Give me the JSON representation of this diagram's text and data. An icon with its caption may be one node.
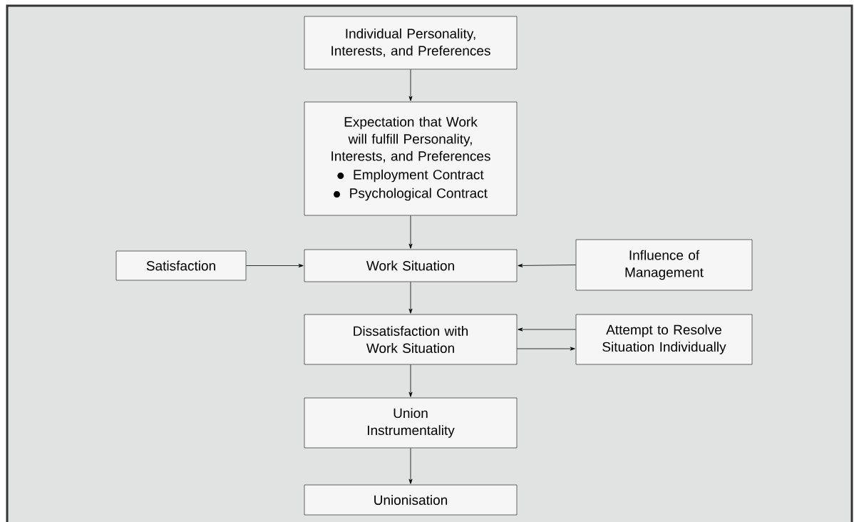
{
  "diagram": {
    "nodes": [
      {
        "text": [
          "Individual Personality, Interests, and Preferences"
        ]
      },
      {
        "text": [
          "Expectation that Work will fulfill Personality, Interests, and Preferences",
          "Employment Contract",
          "Psychological Contract"
        ]
      },
      {
        "text": [
          "Satisfaction"
        ]
      },
      {
        "text": [
          "Work Situation"
        ]
      },
      {
        "text": [
          "Influence of Management"
        ]
      },
      {
        "text": [
          "Dissatisfaction with Work Situation"
        ]
      },
      {
        "text": [
          "Attempt to Resolve Situation Individually"
        ]
      },
      {
        "text": [
          "Union Instrumentality"
        ]
      },
      {
        "text": [
          "Unionisation"
        ]
      }
    ],
    "edges": [
      {
        "from": 0,
        "to": 1,
        "arrow": "to"
      },
      {
        "from": 1,
        "to": 3,
        "arrow": "to"
      },
      {
        "from": 2,
        "to": 3,
        "arrow": "to"
      },
      {
        "from": 4,
        "to": 3,
        "arrow": "to"
      },
      {
        "from": 3,
        "to": 5,
        "arrow": "to"
      },
      {
        "from": 6,
        "to": 5,
        "arrow": "to"
      },
      {
        "from": 5,
        "to": 6,
        "arrow": "to"
      },
      {
        "from": 5,
        "to": 7,
        "arrow": "to"
      },
      {
        "from": 7,
        "to": 8,
        "arrow": "to"
      }
    ]
  }
}
